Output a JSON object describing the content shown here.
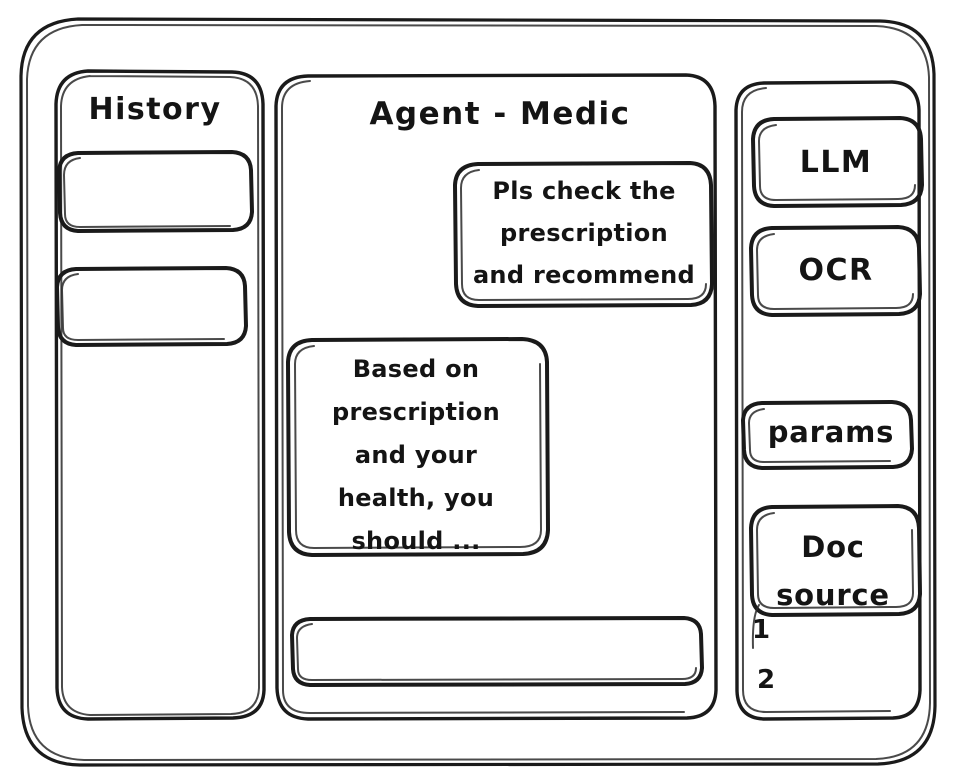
{
  "window": {
    "frame_name": "application-window"
  },
  "sidebar_left": {
    "title": "History",
    "items": [
      {
        "label": ""
      },
      {
        "label": ""
      }
    ]
  },
  "main": {
    "title": "Agent - Medic",
    "messages": [
      {
        "role": "user",
        "text": "Pls check the\nprescription\nand recommend"
      },
      {
        "role": "assistant",
        "text": "Based on\nprescription\nand your\nhealth, you\nshould ..."
      }
    ],
    "composer": {
      "value": "",
      "placeholder": ""
    }
  },
  "sidebar_right": {
    "buttons": [
      {
        "label": "LLM"
      },
      {
        "label": "OCR"
      },
      {
        "label": "params"
      },
      {
        "label": "Doc\nsource"
      }
    ],
    "doc_list": [
      {
        "marker": "1"
      },
      {
        "marker": "2"
      }
    ]
  },
  "style": {
    "ink": "#1a1a1a",
    "paper": "#ffffff"
  }
}
